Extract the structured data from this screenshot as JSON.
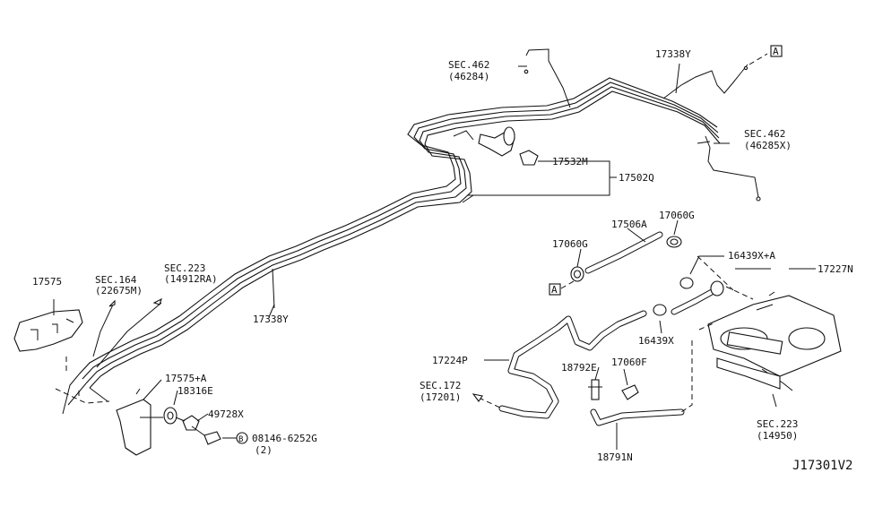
{
  "diagram_code": "J17301V2",
  "labels": {
    "p17338y_top": "17338Y",
    "p17338y_mid": "17338Y",
    "sec462_a": "SEC.462",
    "sec462_a_sub": "(46284)",
    "sec462_b": "SEC.462",
    "sec462_b_sub": "(46285X)",
    "p17532m": "17532M",
    "p17502q": "17502Q",
    "p17506a": "17506A",
    "p17060g_a": "17060G",
    "p17060g_b": "17060G",
    "p16439xa": "16439X+A",
    "p17227n": "17227N",
    "p16439x": "16439X",
    "p17224p": "17224P",
    "p18792e": "18792E",
    "p17060f": "17060F",
    "p18791n": "18791N",
    "sec172": "SEC.172",
    "sec172_sub": "(17201)",
    "sec223_b": "SEC.223",
    "sec223_b_sub": "(14950)",
    "p17575": "17575",
    "sec164": "SEC.164",
    "sec164_sub": "(22675M)",
    "sec223_a": "SEC.223",
    "sec223_a_sub": "(14912RA)",
    "p17575a": "17575+A",
    "p18316e": "18316E",
    "p49728x": "49728X",
    "bolt_code": "08146-6252G",
    "bolt_prefix": "B",
    "bolt_qty": "(2)",
    "ref_a1": "A",
    "ref_a2": "A"
  }
}
